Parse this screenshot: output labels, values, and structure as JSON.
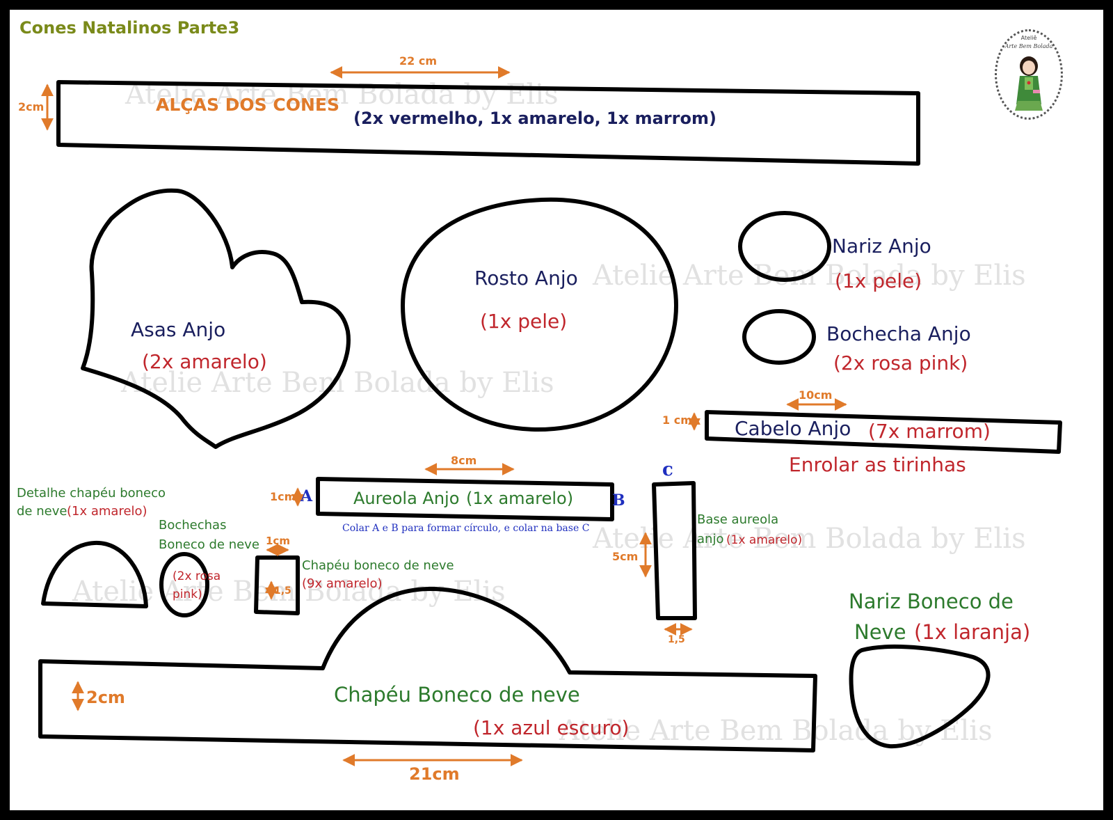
{
  "title": "Cones Natalinos Parte3",
  "watermark": "Atelie Arte Bem Bolada by Elis",
  "logo": {
    "top_text": "Ateliê",
    "script_text": "Arte Bem Bolada"
  },
  "alcas": {
    "title": "ALÇAS DOS CONES",
    "qty": "(2x vermelho, 1x amarelo, 1x marrom)",
    "width_label": "22 cm",
    "height_label": "2cm"
  },
  "asas": {
    "name": "Asas Anjo",
    "qty": "(2x amarelo)"
  },
  "rosto": {
    "name": "Rosto Anjo",
    "qty": "(1x pele)"
  },
  "nariz_anjo": {
    "name": "Nariz Anjo",
    "qty": "(1x pele)"
  },
  "bochecha_anjo": {
    "name": "Bochecha Anjo",
    "qty": "(2x rosa pink)"
  },
  "cabelo": {
    "name": "Cabelo Anjo",
    "qty": "(7x marrom)",
    "width_label": "10cm",
    "height_label": "1 cm",
    "note": "Enrolar as tirinhas"
  },
  "aureola": {
    "name": "Aureola Anjo",
    "qty": "(1x amarelo)",
    "width_label": "8cm",
    "height_label": "1cm",
    "label_a": "A",
    "label_b": "B",
    "instruction": "Colar A e B para formar círculo, e colar na base C"
  },
  "base_aureola": {
    "label_c": "c",
    "name_line1": "Base aureola",
    "name_line2": "anjo",
    "qty": "(1x amarelo)",
    "height_label": "5cm",
    "width_label": "1,5"
  },
  "detalhe_chapeu": {
    "name_line1": "Detalhe chapéu boneco",
    "name_line2": "de neve",
    "qty": "(1x amarelo)"
  },
  "bochechas_boneco": {
    "name_line1": "Bochechas",
    "name_line2": "Boneco de neve",
    "qty_line1": "(2x rosa",
    "qty_line2": "pink)"
  },
  "chapeu_pequeno": {
    "name": "Chapéu boneco de neve",
    "qty": "(9x amarelo)",
    "width_label": "1cm",
    "height_label": "1,5"
  },
  "chapeu_grande": {
    "name": "Chapéu Boneco de neve",
    "qty": "(1x azul escuro)",
    "height_label": "2cm",
    "width_label": "21cm"
  },
  "nariz_boneco": {
    "name_line1": "Nariz Boneco de",
    "name_line2": "Neve",
    "qty": "(1x laranja)"
  },
  "colors": {
    "outline": "#000000",
    "name_text": "#1a1f5e",
    "qty_text": "#c0262c",
    "green_text": "#2c7a2c",
    "measure": "#e07a2a",
    "title": "#7a8a1a"
  }
}
